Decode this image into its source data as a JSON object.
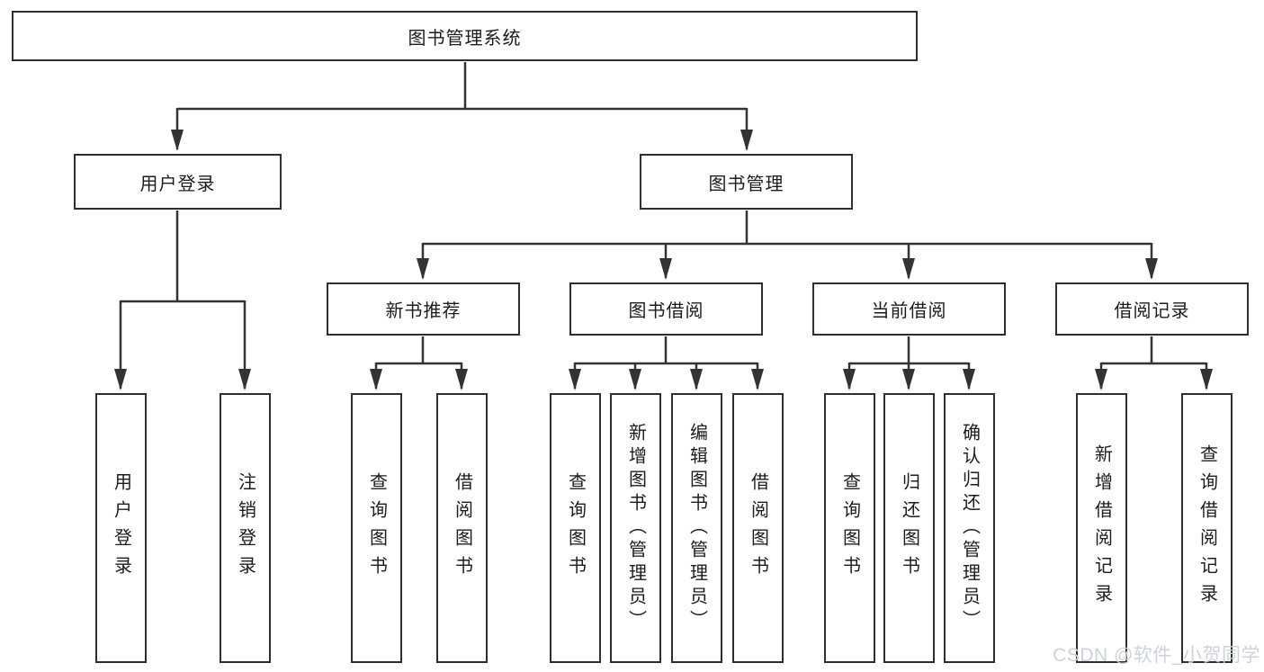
{
  "diagram_title": "图书管理系统",
  "tree": {
    "label": "图书管理系统",
    "children": [
      {
        "label": "用户登录",
        "children": [
          {
            "label": "用户登录"
          },
          {
            "label": "注销登录"
          }
        ]
      },
      {
        "label": "图书管理",
        "children": [
          {
            "label": "新书推荐",
            "children": [
              {
                "label": "查询图书"
              },
              {
                "label": "借阅图书"
              }
            ]
          },
          {
            "label": "图书借阅",
            "children": [
              {
                "label": "查询图书"
              },
              {
                "label": "新增图书（管理员）"
              },
              {
                "label": "编辑图书（管理员）"
              },
              {
                "label": "借阅图书"
              }
            ]
          },
          {
            "label": "当前借阅",
            "children": [
              {
                "label": "查询图书"
              },
              {
                "label": "归还图书"
              },
              {
                "label": "确认归还（管理员）"
              }
            ]
          },
          {
            "label": "借阅记录",
            "children": [
              {
                "label": "新增借阅记录"
              },
              {
                "label": "查询借阅记录"
              }
            ]
          }
        ]
      }
    ]
  },
  "watermark": "CSDN @软件_小贺同学",
  "colors": {
    "line": "#333333",
    "box_border": "#2e2e2e",
    "text": "#1c1c1c",
    "background": "#ffffff",
    "watermark": "#ccd1d9"
  }
}
